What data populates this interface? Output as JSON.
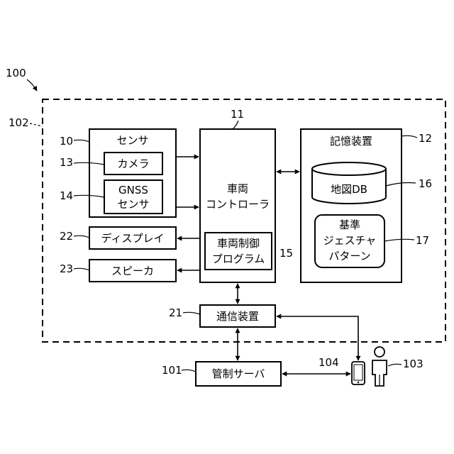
{
  "refs": {
    "system": "100",
    "vehicle": "102",
    "sensor": "10",
    "controller": "11",
    "storage": "12",
    "camera": "13",
    "gnss": "14",
    "program": "15",
    "map_db": "16",
    "gesture": "17",
    "comm": "21",
    "display": "22",
    "speaker": "23",
    "server": "101",
    "user": "103",
    "terminal": "104"
  },
  "labels": {
    "sensor": "センサ",
    "camera": "カメラ",
    "gnss_line1": "GNSS",
    "gnss_line2": "センサ",
    "controller_line1": "車両",
    "controller_line2": "コントローラ",
    "program_line1": "車両制御",
    "program_line2": "プログラム",
    "storage": "記憶装置",
    "map_db": "地図DB",
    "gesture_line1": "基準",
    "gesture_line2": "ジェスチャ",
    "gesture_line3": "パターン",
    "display": "ディスプレイ",
    "speaker": "スピーカ",
    "comm": "通信装置",
    "server": "管制サーバ"
  }
}
